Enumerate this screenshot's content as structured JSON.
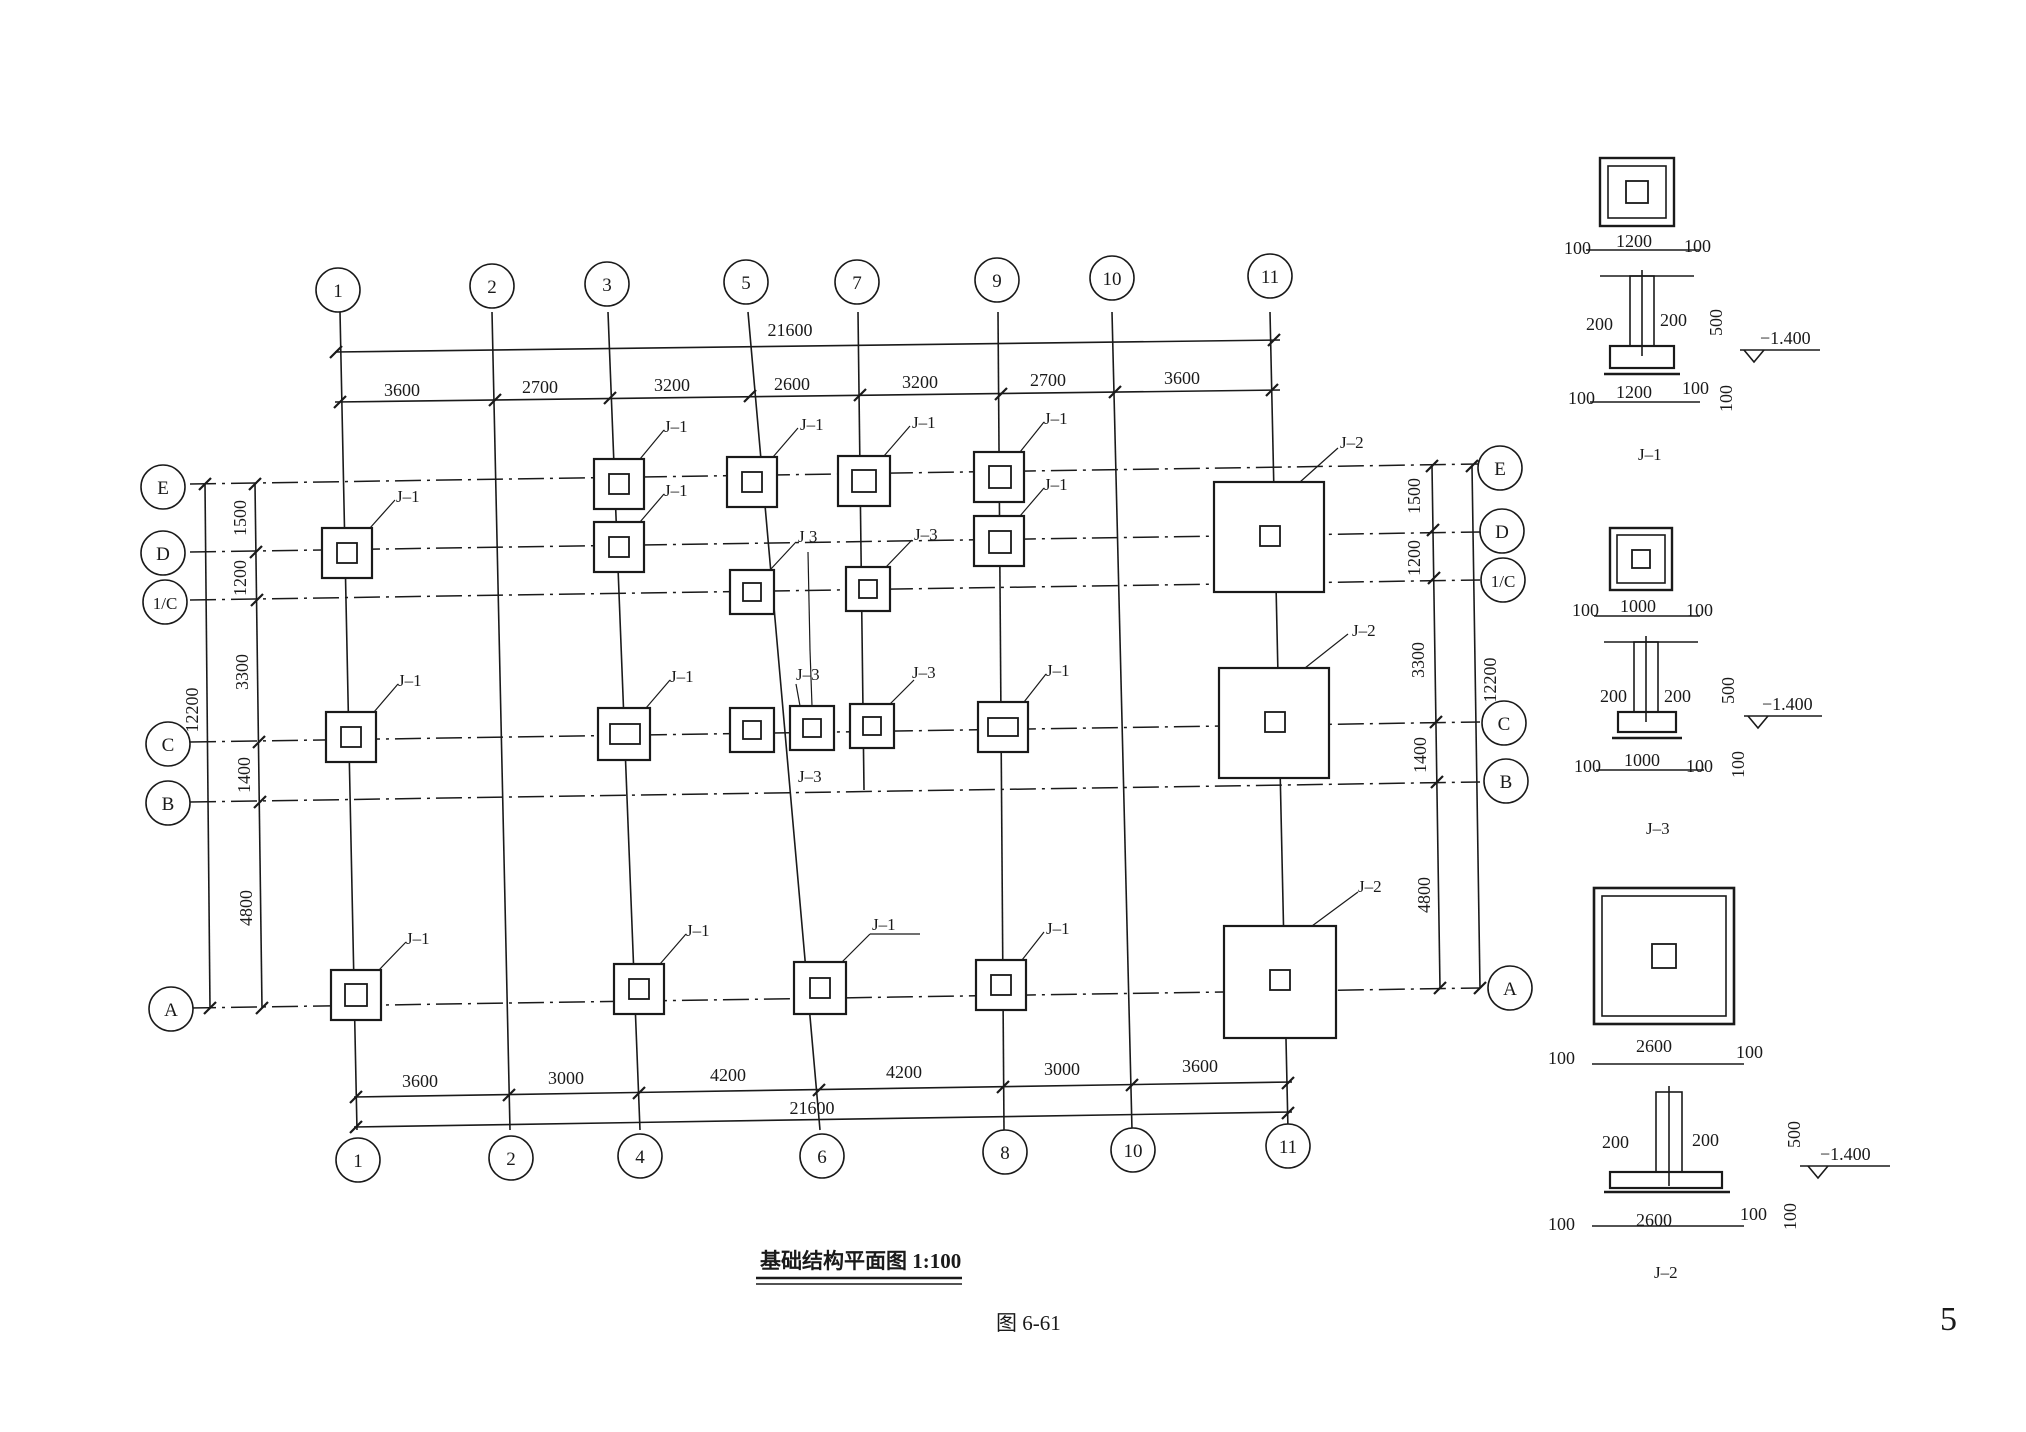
{
  "plan": {
    "title": "基础结构平面图 1:100",
    "figure_label": "图 6-61",
    "page_number": "5",
    "top_axes": [
      "1",
      "2",
      "3",
      "5",
      "7",
      "9",
      "10",
      "11"
    ],
    "bottom_axes": [
      "1",
      "2",
      "4",
      "6",
      "8",
      "10",
      "11"
    ],
    "left_axes": [
      "E",
      "D",
      "1/C",
      "C",
      "B",
      "A"
    ],
    "right_axes": [
      "E",
      "D",
      "1/C",
      "C",
      "B",
      "A"
    ],
    "top_total": "21600",
    "top_dims": [
      "3600",
      "2700",
      "3200",
      "2600",
      "3200",
      "2700",
      "3600"
    ],
    "bottom_total": "21600",
    "bottom_dims": [
      "3600",
      "3000",
      "4200",
      "4200",
      "3000",
      "3600"
    ],
    "left_total": "12200",
    "left_dims": [
      "1500",
      "1200",
      "3300",
      "1400",
      "4800"
    ],
    "right_total": "12200",
    "right_dims": [
      "1500",
      "1200",
      "3300",
      "1400",
      "4800"
    ],
    "tags": {
      "j1": "J–1",
      "j2": "J–2",
      "j3": "J–3",
      "j3b": "J 3"
    }
  },
  "details": {
    "j1": {
      "name": "J–1",
      "side": "100",
      "width": "1200",
      "stem": "200",
      "height": "500",
      "base": "100",
      "level": "−1.400"
    },
    "j3": {
      "name": "J–3",
      "side": "100",
      "width": "1000",
      "stem": "200",
      "height": "500",
      "base": "100",
      "level": "−1.400"
    },
    "j2": {
      "name": "J–2",
      "side": "100",
      "width": "2600",
      "stem": "200",
      "height": "500",
      "base": "100",
      "level": "−1.400"
    }
  }
}
